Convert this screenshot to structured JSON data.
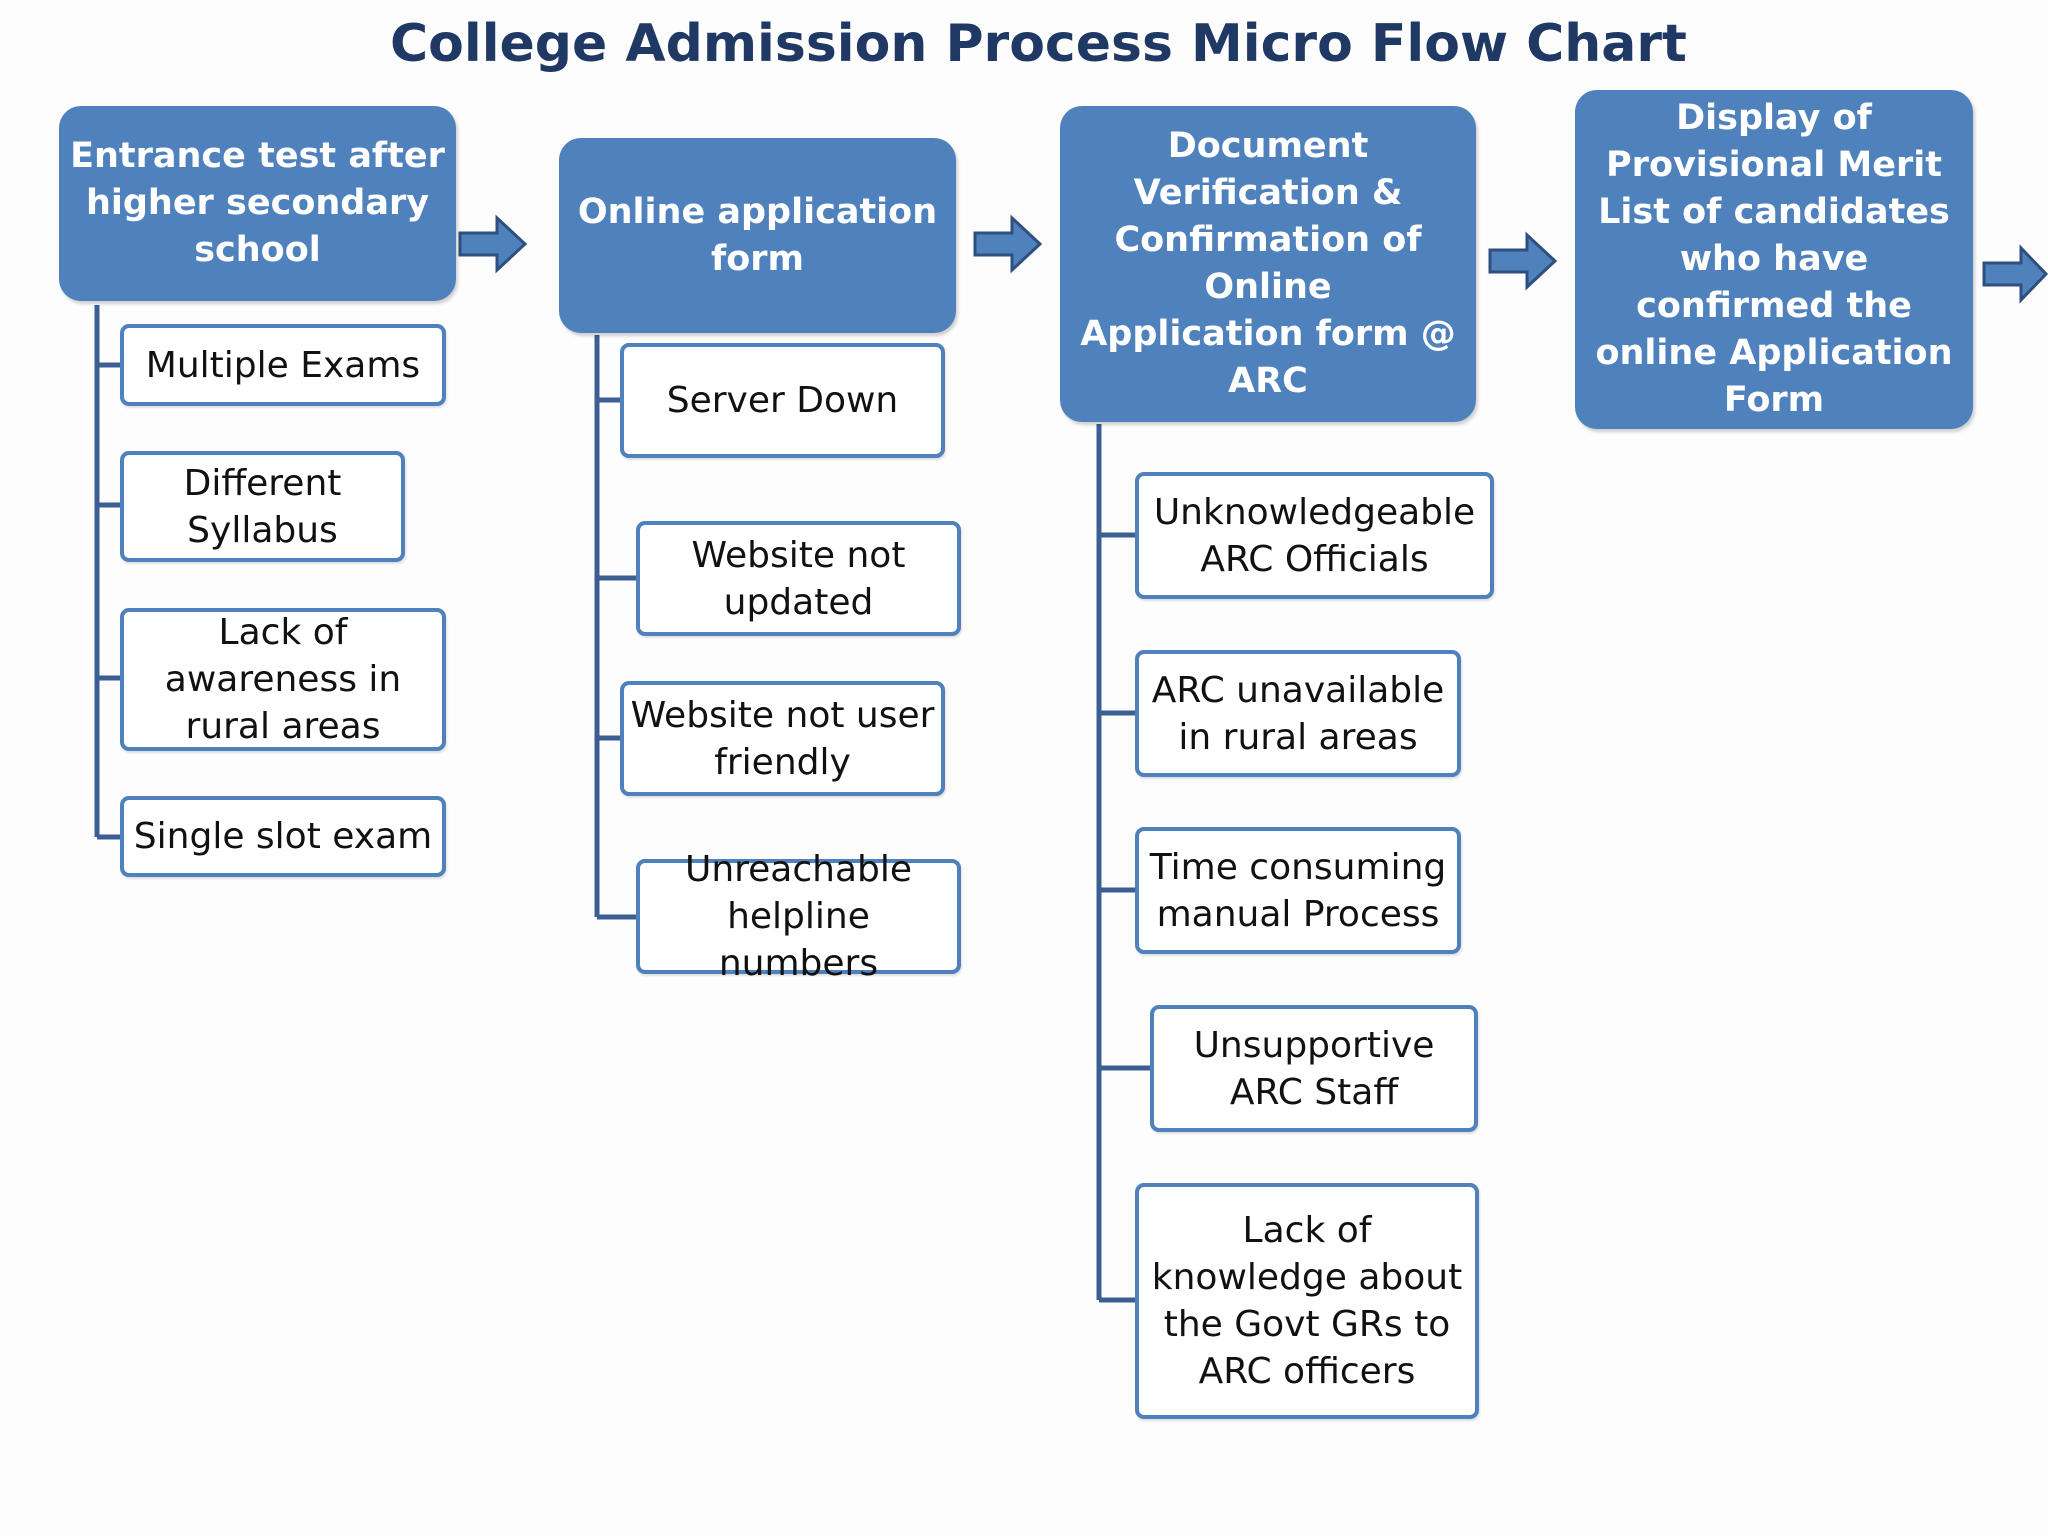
{
  "title": "College Admission Process Micro Flow Chart",
  "colors": {
    "title": "#1f3864",
    "box_fill": "#4f81bd",
    "line": "#3b5f93",
    "arrow_fill": "#4f81bd",
    "arrow_stroke": "#2f4f7f"
  },
  "stages": [
    {
      "heading": "Entrance test  after\nhigher secondary\nschool",
      "issues": [
        "Multiple Exams",
        "Different\nSyllabus",
        "Lack of\nawareness in\nrural areas",
        "Single slot exam"
      ]
    },
    {
      "heading": "Online application\nform",
      "issues": [
        "Server Down",
        "Website not\nupdated",
        "Website not user\nfriendly",
        "Unreachable\nhelpline numbers"
      ]
    },
    {
      "heading": "Document\nVerification &\nConfirmation of\nOnline\nApplication  form @\nARC",
      "issues": [
        "Unknowledgeable\nARC Officials",
        "ARC unavailable\nin rural areas",
        "Time consuming\nmanual Process",
        "Unsupportive\nARC Staff",
        "Lack of\nknowledge about\nthe Govt GRs to\nARC officers"
      ]
    },
    {
      "heading": "Display  of\nProvisional Merit\nList  of  candidates\nwho  have\nconfirmed  the\nonline Application\nForm",
      "issues": []
    }
  ]
}
